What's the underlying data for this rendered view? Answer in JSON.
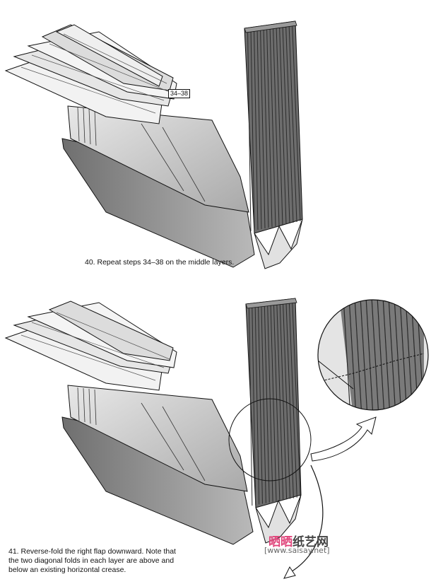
{
  "step_40": {
    "reference_label": "34–38",
    "caption": "40. Repeat steps 34–38 on the middle layers."
  },
  "step_41": {
    "caption_lines": [
      "41. Reverse-fold the right flap downward. Note that",
      "the two diagonal folds in each layer are above and",
      "below an existing horizontal crease."
    ]
  },
  "watermark": {
    "brand_pink": "晒晒",
    "brand_dark": "纸艺网",
    "url": "[www.saisay.net]",
    "colors": {
      "pink": "#e0457b",
      "dark": "#444444"
    }
  },
  "palette": {
    "paper_light": "#f4f4f4",
    "paper_mid": "#cfcfcf",
    "paper_dark": "#7a7a7a",
    "stripe": "#555555",
    "ink": "#111111"
  }
}
